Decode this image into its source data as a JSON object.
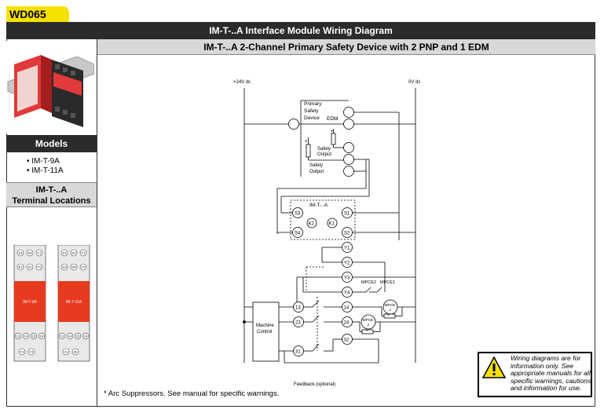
{
  "tab_label": "WD065",
  "title": "IM-T-..A Interface Module Wiring Diagram",
  "subtitle": "IM-T-..A 2-Channel Primary Safety Device with 2 PNP and 1 EDM",
  "sidebar": {
    "models_heading": "Models",
    "models": [
      "IM-T-9A",
      "IM-T-11A"
    ],
    "terminal_heading_line1": "IM-T-..A",
    "terminal_heading_line2": "Terminal Locations",
    "module_a_label": "IM-T-9A",
    "module_b_label": "IM-T-11A",
    "module_a_top1": [
      "S3",
      "S4",
      "Y1"
    ],
    "module_a_top2": [
      "S1",
      "S2",
      "Y2"
    ],
    "module_a_bot1": [
      "13",
      "14",
      "23",
      "24"
    ],
    "module_a_bot2": [
      "Y3",
      "Y4"
    ],
    "module_b_top1": [
      "S1",
      "S2",
      "Y1"
    ],
    "module_b_top2": [
      "S3",
      "S4",
      "Y2"
    ],
    "module_b_bot1": [
      "13",
      "14",
      "23",
      "24"
    ],
    "module_b_bot2": [
      "31",
      "32"
    ]
  },
  "diagram": {
    "rail_plus": "+24V dc",
    "rail_zero": "0V dc",
    "psd_line1": "Primary",
    "psd_line2": "Safety",
    "psd_line3": "Device",
    "edm": "EDM",
    "safety_output_a1": "Safety",
    "safety_output_a2": "Output",
    "safety_output_b1": "Safety",
    "safety_output_b2": "Output",
    "module_name": "IM-T-..A",
    "k2": "K2",
    "k1": "K1",
    "terminals_left": [
      "S3",
      "S4"
    ],
    "terminals_right": [
      "S1",
      "S2",
      "Y1",
      "Y2",
      "Y3",
      "Y4",
      "14",
      "24",
      "32"
    ],
    "terminals_bottom_left": [
      "13",
      "23",
      "31"
    ],
    "mpce_labels": [
      "MPCE2",
      "MPCE1"
    ],
    "mpce1_line1": "MPCE",
    "mpce1_line2": "1",
    "mpce2_line1": "MPCE",
    "mpce2_line2": "2",
    "suppressor": "*",
    "machine_control_line1": "Machine",
    "machine_control_line2": "Control",
    "feedback": "Feedback (optional)"
  },
  "footnote": "* Arc Suppressors. See manual for specific warnings.",
  "warning": "Wiring diagrams are for information only. See appropriate manuals for all specific warnings, cautions and information for use."
}
